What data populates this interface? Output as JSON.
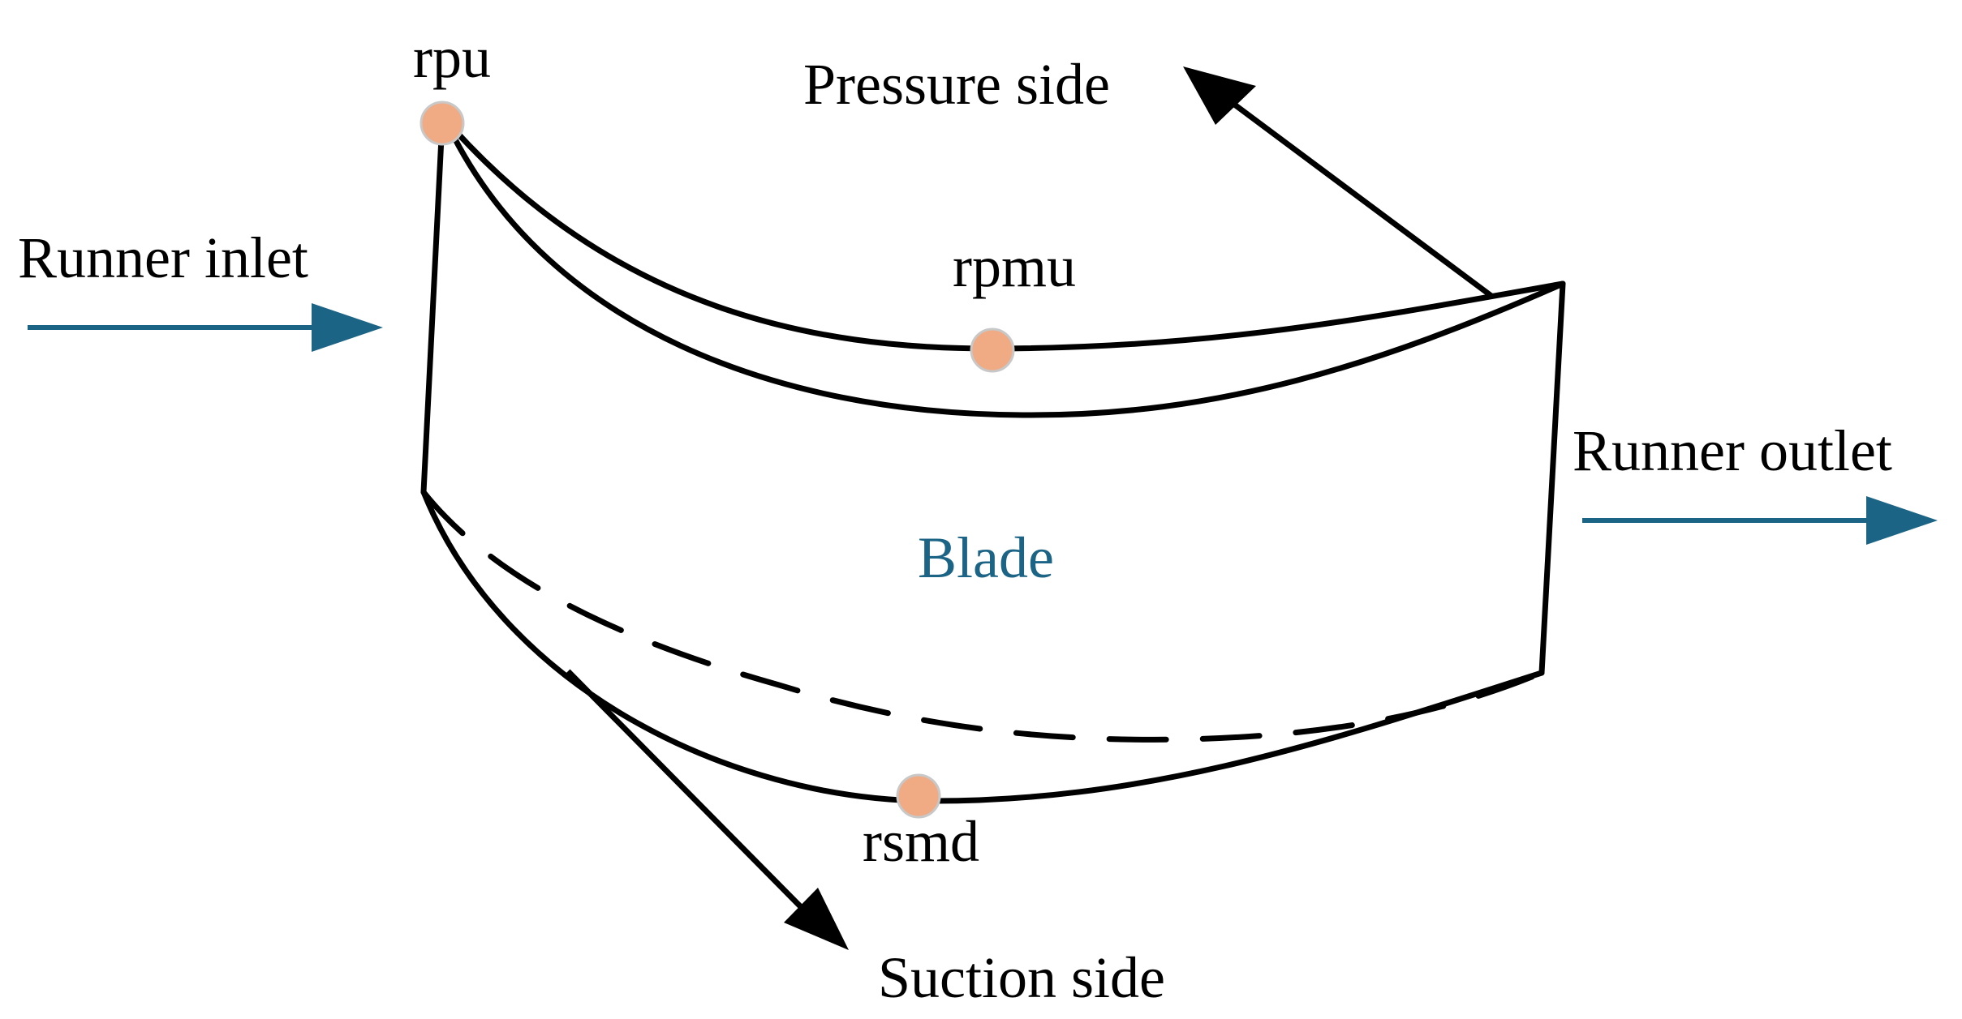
{
  "diagram": {
    "labels": {
      "rpu": "rpu",
      "rpmu": "rpmu",
      "rsmd": "rsmd",
      "pressure_side": "Pressure side",
      "suction_side": "Suction side",
      "runner_inlet": "Runner inlet",
      "runner_outlet": "Runner outlet",
      "blade": "Blade"
    },
    "colors": {
      "stroke": "#000000",
      "flow_arrow": "#1c6485",
      "marker_fill": "#f0aa84",
      "marker_stroke": "#c8c8c8",
      "blade_text": "#1c6485"
    }
  }
}
